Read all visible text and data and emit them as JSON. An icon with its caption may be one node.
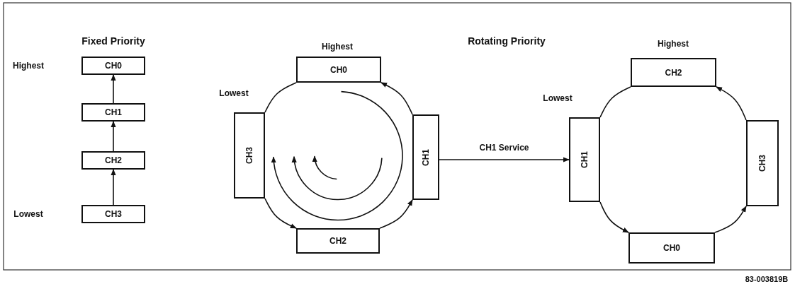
{
  "diagram": {
    "nodes": [
      {
        "text": [
          "CH0"
        ]
      },
      {
        "text": [
          "CH1"
        ]
      },
      {
        "text": [
          "CH2"
        ]
      },
      {
        "text": [
          "CH3"
        ]
      },
      {
        "text": [
          "CH0"
        ]
      },
      {
        "text": [
          "CH1"
        ]
      },
      {
        "text": [
          "CH2"
        ]
      },
      {
        "text": [
          "CH3"
        ]
      },
      {
        "text": [
          "CH2"
        ]
      },
      {
        "text": [
          "CH3"
        ]
      },
      {
        "text": [
          "CH0"
        ]
      },
      {
        "text": [
          "CH1"
        ]
      }
    ],
    "edges": [
      {
        "from": 3,
        "to": 2,
        "arrow": "to"
      },
      {
        "from": 2,
        "to": 1,
        "arrow": "to"
      },
      {
        "from": 1,
        "to": 0,
        "arrow": "to"
      },
      {
        "from": 7,
        "to": 6,
        "arrow": "to"
      },
      {
        "from": 6,
        "to": 5,
        "arrow": "to"
      },
      {
        "from": 5,
        "to": 4,
        "arrow": "to"
      },
      {
        "from": 4,
        "to": 7,
        "arrow": "none"
      },
      {
        "from": 5,
        "to": 11,
        "arrow": "to",
        "label": "CH1 Service"
      },
      {
        "from": 11,
        "to": 10,
        "arrow": "to"
      },
      {
        "from": 10,
        "to": 9,
        "arrow": "to"
      },
      {
        "from": 9,
        "to": 8,
        "arrow": "to"
      },
      {
        "from": 8,
        "to": 11,
        "arrow": "none"
      }
    ],
    "labels": [
      "Fixed Priority",
      "Highest",
      "Rotating Priority",
      "Highest",
      "Highest",
      "Lowest",
      "Lowest",
      "Lowest",
      "83-003819B"
    ]
  }
}
